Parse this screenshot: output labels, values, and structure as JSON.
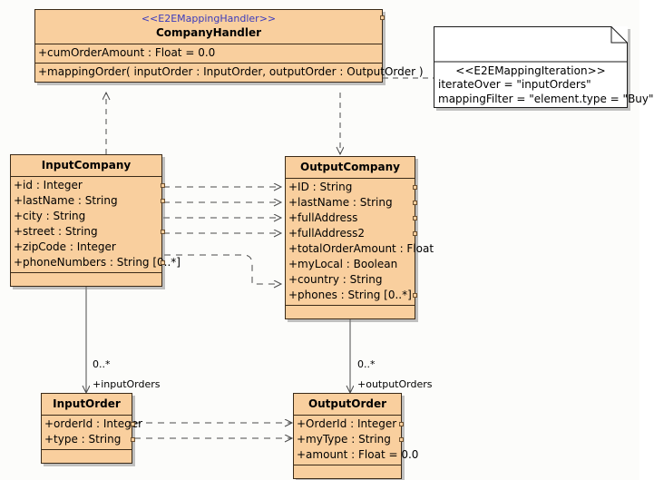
{
  "diagram": {
    "type": "uml-class-diagram",
    "colors": {
      "class_fill": "#f9cf9e",
      "class_border": "#3a2a18",
      "stereotype_text": "#3b3bbd",
      "note_fill": "#ffffff",
      "edge": "#4a4a4a",
      "canvas": "#fcfcfa"
    }
  },
  "classes": {
    "company_handler": {
      "stereotype": "<<E2EMappingHandler>>",
      "name": "CompanyHandler",
      "attributes": [
        "+cumOrderAmount : Float = 0.0"
      ],
      "operations": [
        "+mappingOrder( inputOrder : InputOrder, outputOrder : OutputOrder )"
      ]
    },
    "input_company": {
      "name": "InputCompany",
      "attributes": [
        "+id : Integer",
        "+lastName : String",
        "+city : String",
        "+street : String",
        "+zipCode : Integer",
        "+phoneNumbers : String [0..*]"
      ],
      "operations": []
    },
    "output_company": {
      "name": "OutputCompany",
      "attributes": [
        "+ID : String",
        "+lastName : String",
        "+fullAddress",
        "+fullAddress2",
        "+totalOrderAmount : Float",
        "+myLocal : Boolean",
        "+country : String",
        "+phones : String [0..*]"
      ],
      "operations": []
    },
    "input_order": {
      "name": "InputOrder",
      "attributes": [
        "+orderId : Integer",
        "+type : String"
      ],
      "operations": []
    },
    "output_order": {
      "name": "OutputOrder",
      "attributes": [
        "+OrderId : Integer",
        "+myType : String",
        "+amount : Float = 0.0"
      ],
      "operations": []
    }
  },
  "note": {
    "stereotype": "<<E2EMappingIteration>>",
    "lines": [
      "iterateOver = \"inputOrders\"",
      "mappingFilter = \"element.type = \"Buy\""
    ]
  },
  "associations": [
    {
      "id": "input_orders",
      "multiplicity": "0..*",
      "role": "+inputOrders"
    },
    {
      "id": "output_orders",
      "multiplicity": "0..*",
      "role": "+outputOrders"
    }
  ]
}
